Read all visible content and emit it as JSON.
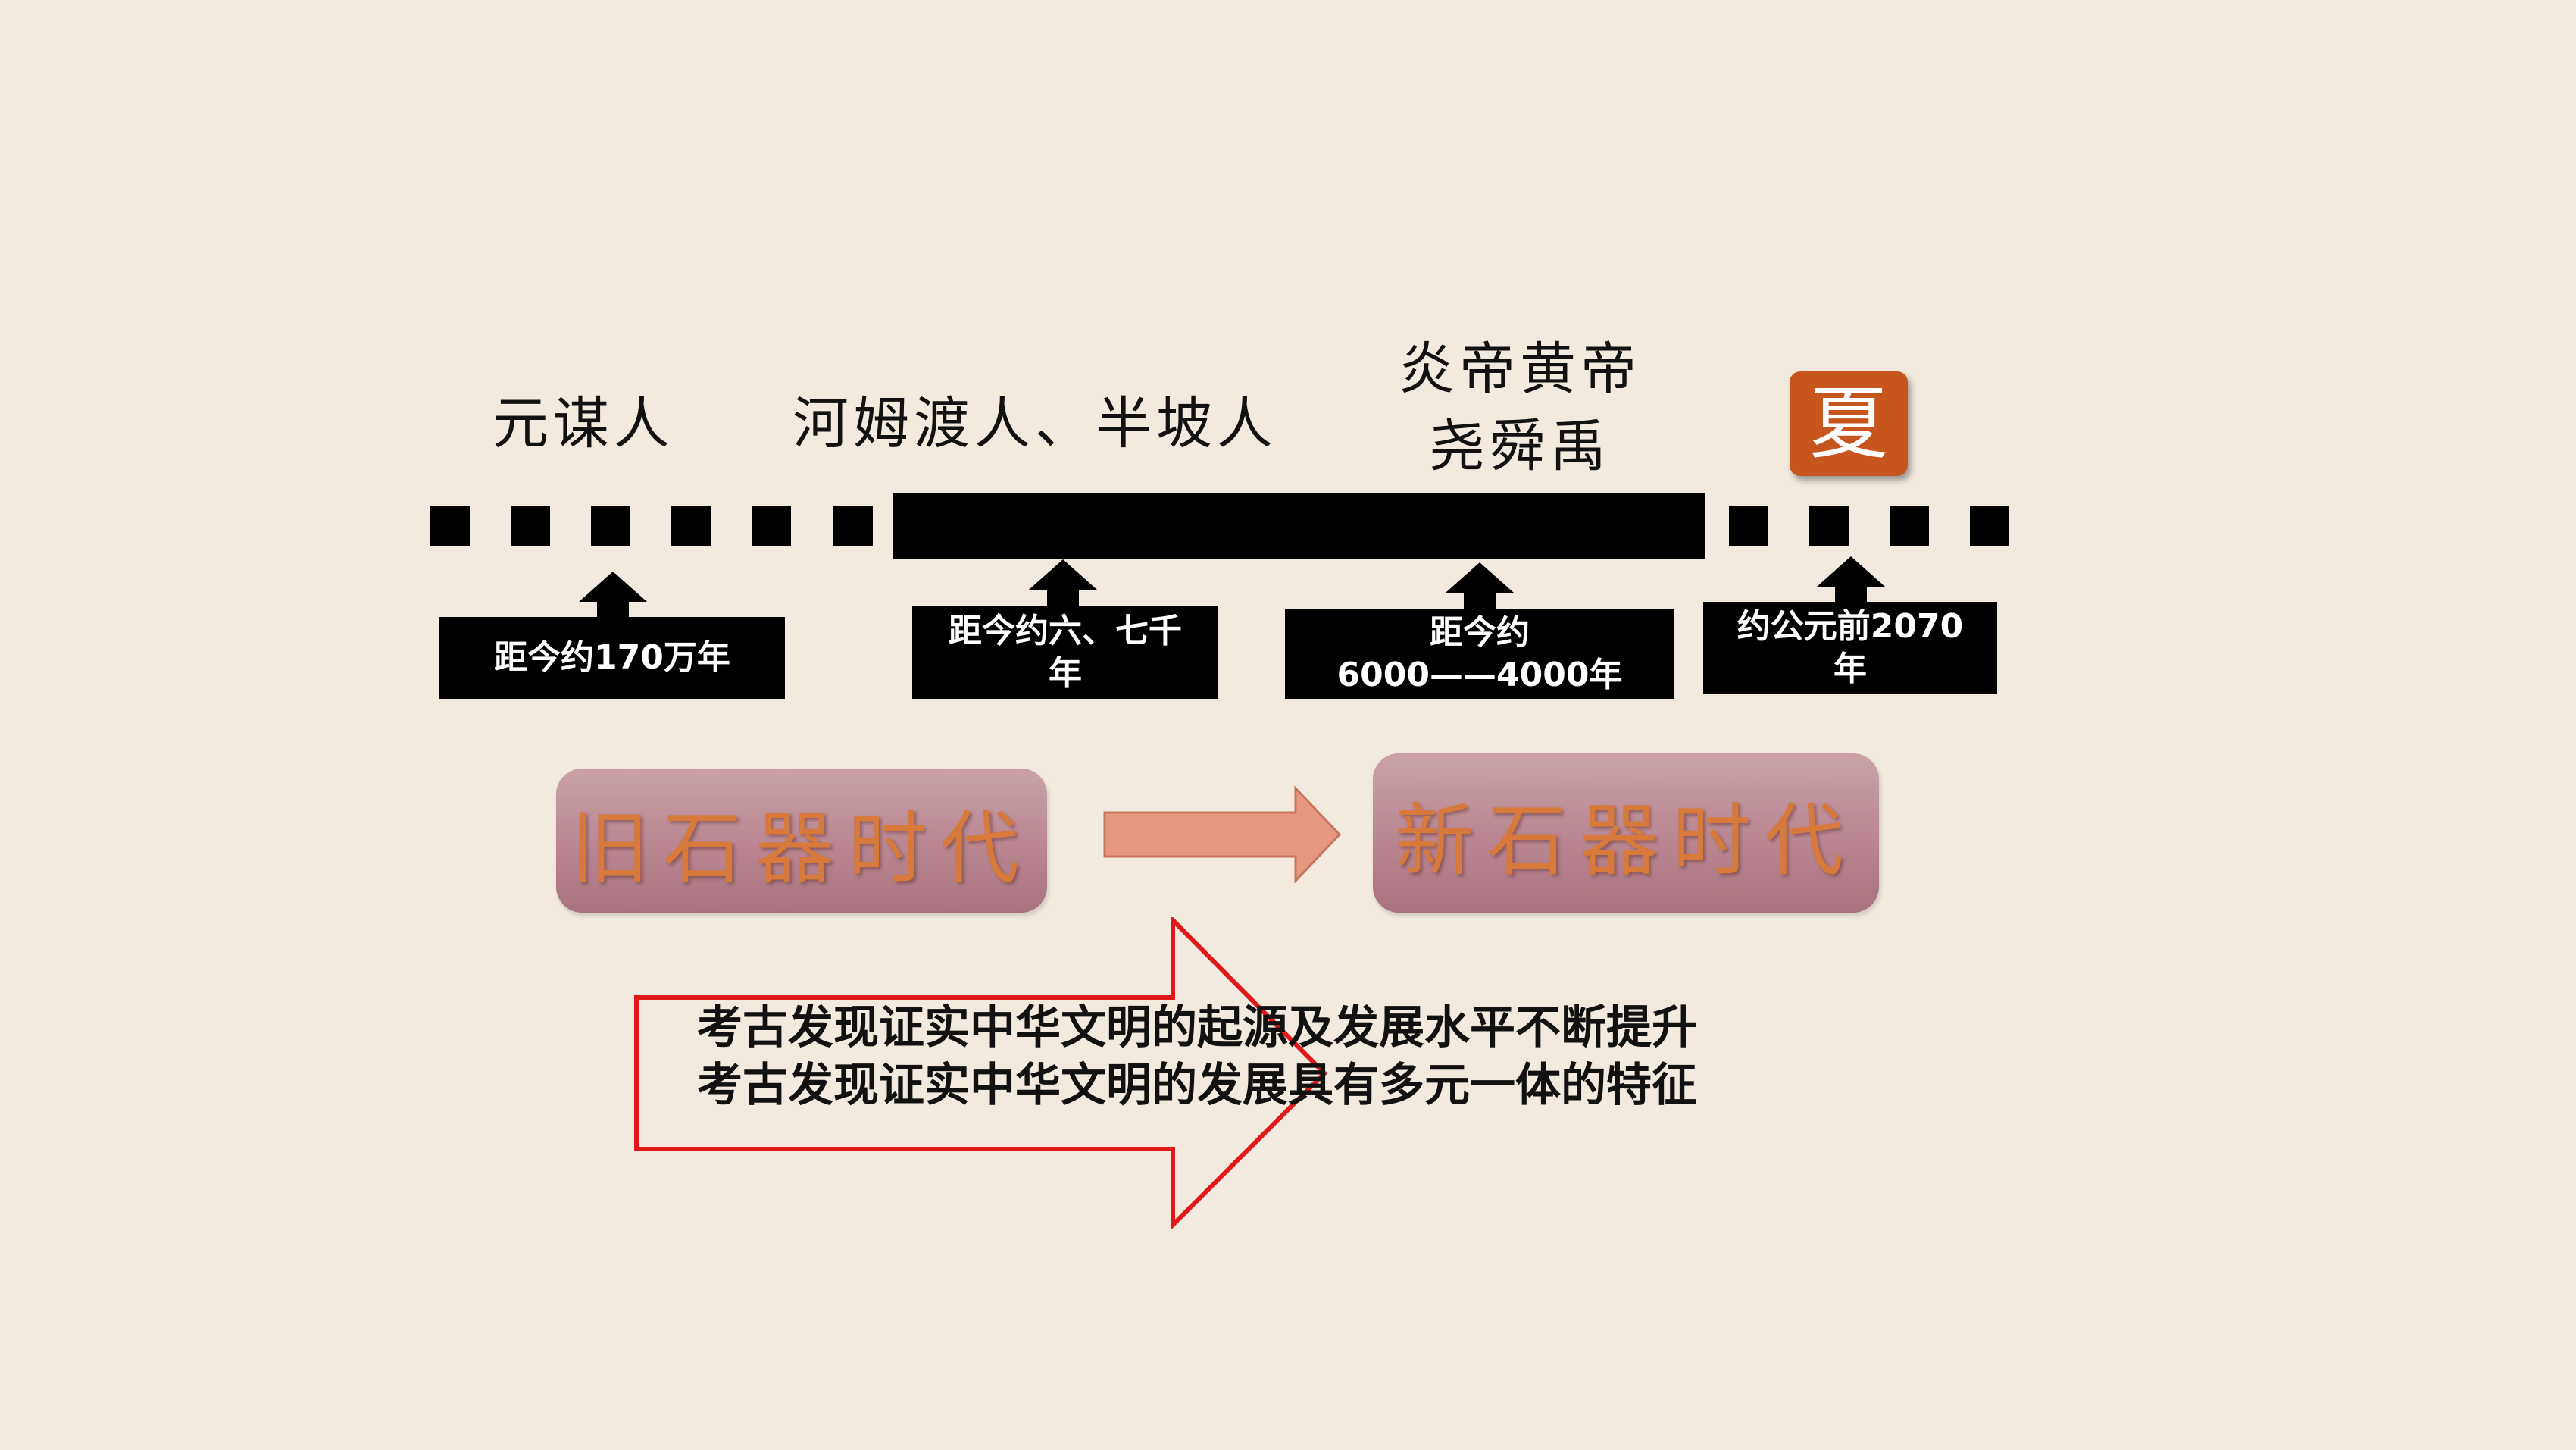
{
  "periods": {
    "yuanmou": "元谋人",
    "hemudu_banpo": "河姆渡人、半坡人",
    "emperors_line1": "炎帝黄帝",
    "emperors_line2": "尧舜禹",
    "xia": "夏"
  },
  "dates": {
    "d1": "距今约170万年",
    "d2_line1": "距今约六、七千",
    "d2_line2": "年",
    "d3_line1": "距今约",
    "d3_line2": "6000——4000年",
    "d4_line1": "约公元前2070",
    "d4_line2": "年"
  },
  "eras": {
    "paleolithic": "旧石器时代",
    "neolithic": "新石器时代"
  },
  "conclusion": {
    "line1": "考古发现证实中华文明的起源及发展水平不断提升",
    "line2": "考古发现证实中华文明的发展具有多元一体的特征"
  },
  "colors": {
    "background": "#f2eadf",
    "era_text": "#d6793a",
    "xia_badge": "#c6561e",
    "connector_arrow": "#e6977f",
    "big_arrow_border": "#e01818"
  }
}
